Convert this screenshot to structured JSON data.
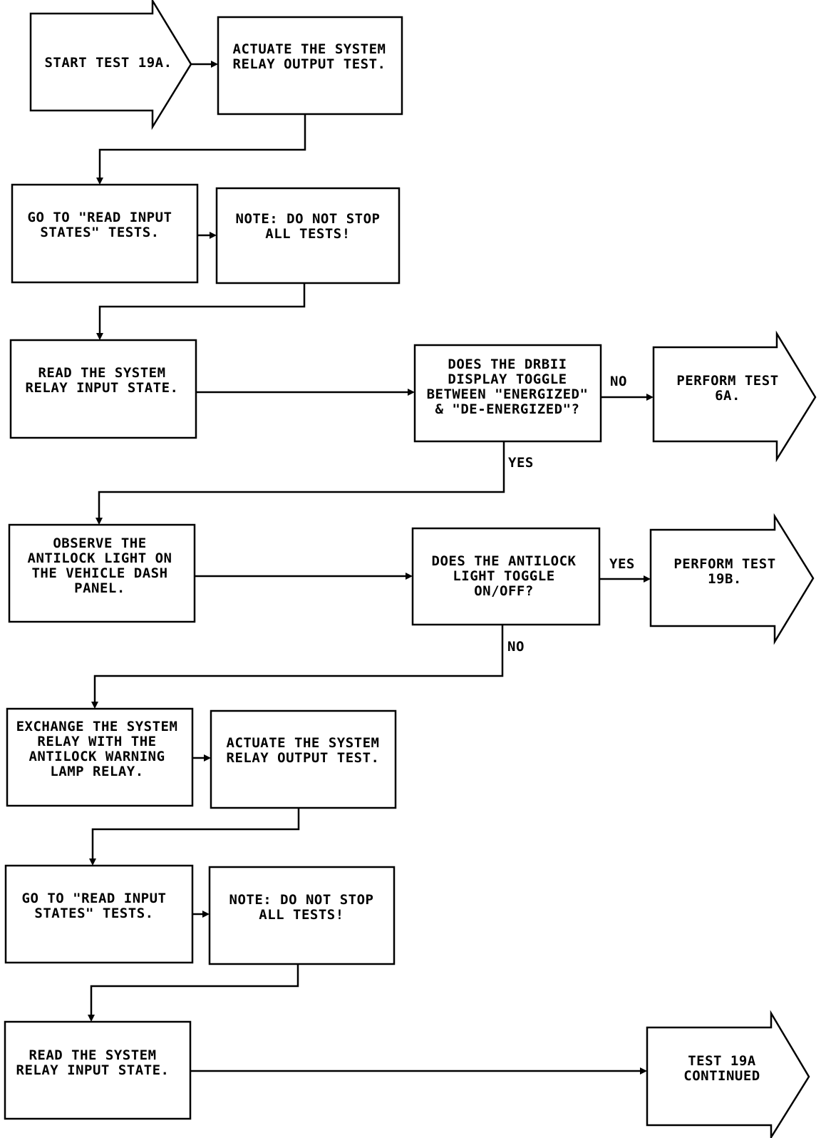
{
  "colors": {
    "line": "#000000",
    "background": "#ffffff"
  },
  "nodes": {
    "start": [
      "START TEST 19A."
    ],
    "actuate1": [
      "ACTUATE THE SYSTEM",
      "RELAY OUTPUT TEST."
    ],
    "goto1": [
      "GO TO \"READ INPUT",
      "STATES\" TESTS."
    ],
    "note1": [
      "NOTE:  DO NOT STOP",
      "ALL TESTS!"
    ],
    "read1": [
      "READ THE SYSTEM",
      "RELAY INPUT STATE."
    ],
    "decision1": [
      "DOES THE DRBII",
      "DISPLAY TOGGLE",
      "BETWEEN \"ENERGIZED\"",
      "& \"DE-ENERGIZED\"?"
    ],
    "perform6a": [
      "PERFORM TEST",
      "6A."
    ],
    "observe": [
      "OBSERVE THE",
      "ANTILOCK LIGHT ON",
      "THE VEHICLE DASH",
      "PANEL."
    ],
    "decision2": [
      "DOES THE ANTILOCK",
      "LIGHT TOGGLE",
      "ON/OFF?"
    ],
    "perform19b": [
      "PERFORM TEST",
      "19B."
    ],
    "exchange": [
      "EXCHANGE THE SYSTEM",
      "RELAY WITH THE",
      "ANTILOCK WARNING",
      "LAMP RELAY."
    ],
    "actuate2": [
      "ACTUATE THE SYSTEM",
      "RELAY OUTPUT TEST."
    ],
    "goto2": [
      "GO TO \"READ INPUT",
      "STATES\" TESTS."
    ],
    "note2": [
      "NOTE:  DO NOT STOP",
      "ALL TESTS!"
    ],
    "read2": [
      "READ THE SYSTEM",
      "RELAY INPUT STATE."
    ],
    "continued": [
      "TEST 19A",
      "CONTINUED"
    ]
  },
  "labels": {
    "d1_no": "NO",
    "d1_yes": "YES",
    "d2_yes": "YES",
    "d2_no": "NO"
  }
}
